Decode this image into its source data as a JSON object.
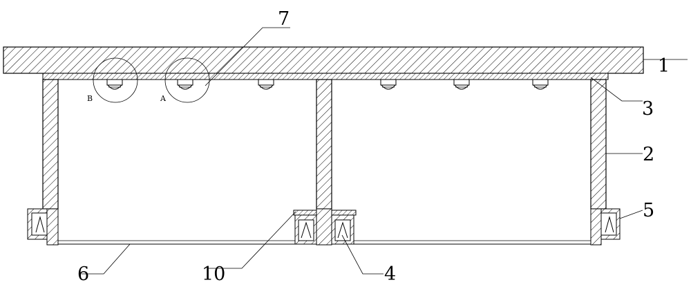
{
  "labels": {
    "top_plate": "1",
    "side_post": "2",
    "ceiling_strip": "3",
    "bottom_clamp": "4",
    "side_clamp": "5",
    "base_line": "6",
    "lamp_group": "7",
    "center_cap": "10"
  },
  "detail_markers": {
    "left": "B",
    "right": "A"
  }
}
